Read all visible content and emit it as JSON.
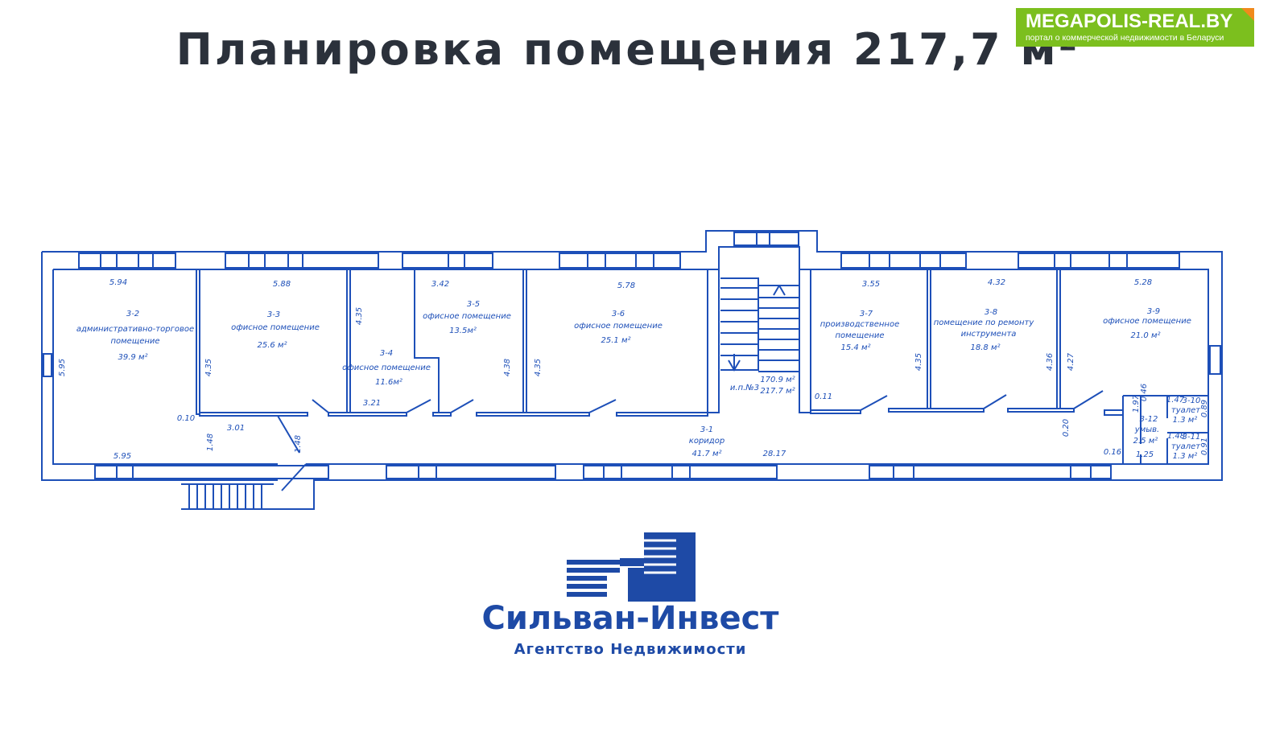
{
  "title": "Планировка помещения 217,7 м²",
  "badge": {
    "name": "MEGAPOLIS-REAL.BY",
    "tagline": "портал о коммерческой недвижимости в Беларуси"
  },
  "plan": {
    "rooms": [
      {
        "id": "3-1",
        "name": "коридор",
        "area": "41.7 м²"
      },
      {
        "id": "3-2",
        "name1": "административно-торговое",
        "name2": "помещение",
        "area": "39.9 м²"
      },
      {
        "id": "3-3",
        "name": "офисное помещение",
        "area": "25.6 м²"
      },
      {
        "id": "3-4",
        "name": "офисное помещение",
        "area": "11.6м²"
      },
      {
        "id": "3-5",
        "name": "офисное помещение",
        "area": "13.5м²"
      },
      {
        "id": "3-6",
        "name": "офисное помещение",
        "area": "25.1 м²"
      },
      {
        "id": "3-7",
        "name1": "производственное",
        "name2": "помещение",
        "area": "15.4 м²"
      },
      {
        "id": "3-8",
        "name1": "помещение по ремонту",
        "name2": "инструмента",
        "area": "18.8 м²"
      },
      {
        "id": "3-9",
        "name": "офисное помещение",
        "area": "21.0 м²"
      },
      {
        "id": "3-10",
        "name": "туалет",
        "area": "1.3 м²"
      },
      {
        "id": "3-11",
        "name": "туалет",
        "area": "1.3 м²"
      },
      {
        "id": "3-12",
        "name": "умыв.",
        "area": "2.5 м²"
      }
    ],
    "stair": {
      "label": "и.п.№3",
      "area1": "170.9 м²",
      "area2": "217.7 м²"
    },
    "dims": [
      "5.94",
      "5.88",
      "3.42",
      "5.78",
      "3.55",
      "4.32",
      "5.28",
      "5.95",
      "4.35",
      "4.35",
      "4.38",
      "4.35",
      "4.35",
      "4.36",
      "4.27",
      "0.10",
      "3.01",
      "1.48",
      "1.48",
      "5.95",
      "3.21",
      "0.11",
      "28.17",
      "0.46",
      "0.20",
      "1.97",
      "0.16",
      "1.25",
      "1.47",
      "0.89",
      "1.48",
      "0.91"
    ]
  },
  "logo": {
    "name": "Сильван-Инвест",
    "subtitle": "Агентство Недвижимости"
  }
}
